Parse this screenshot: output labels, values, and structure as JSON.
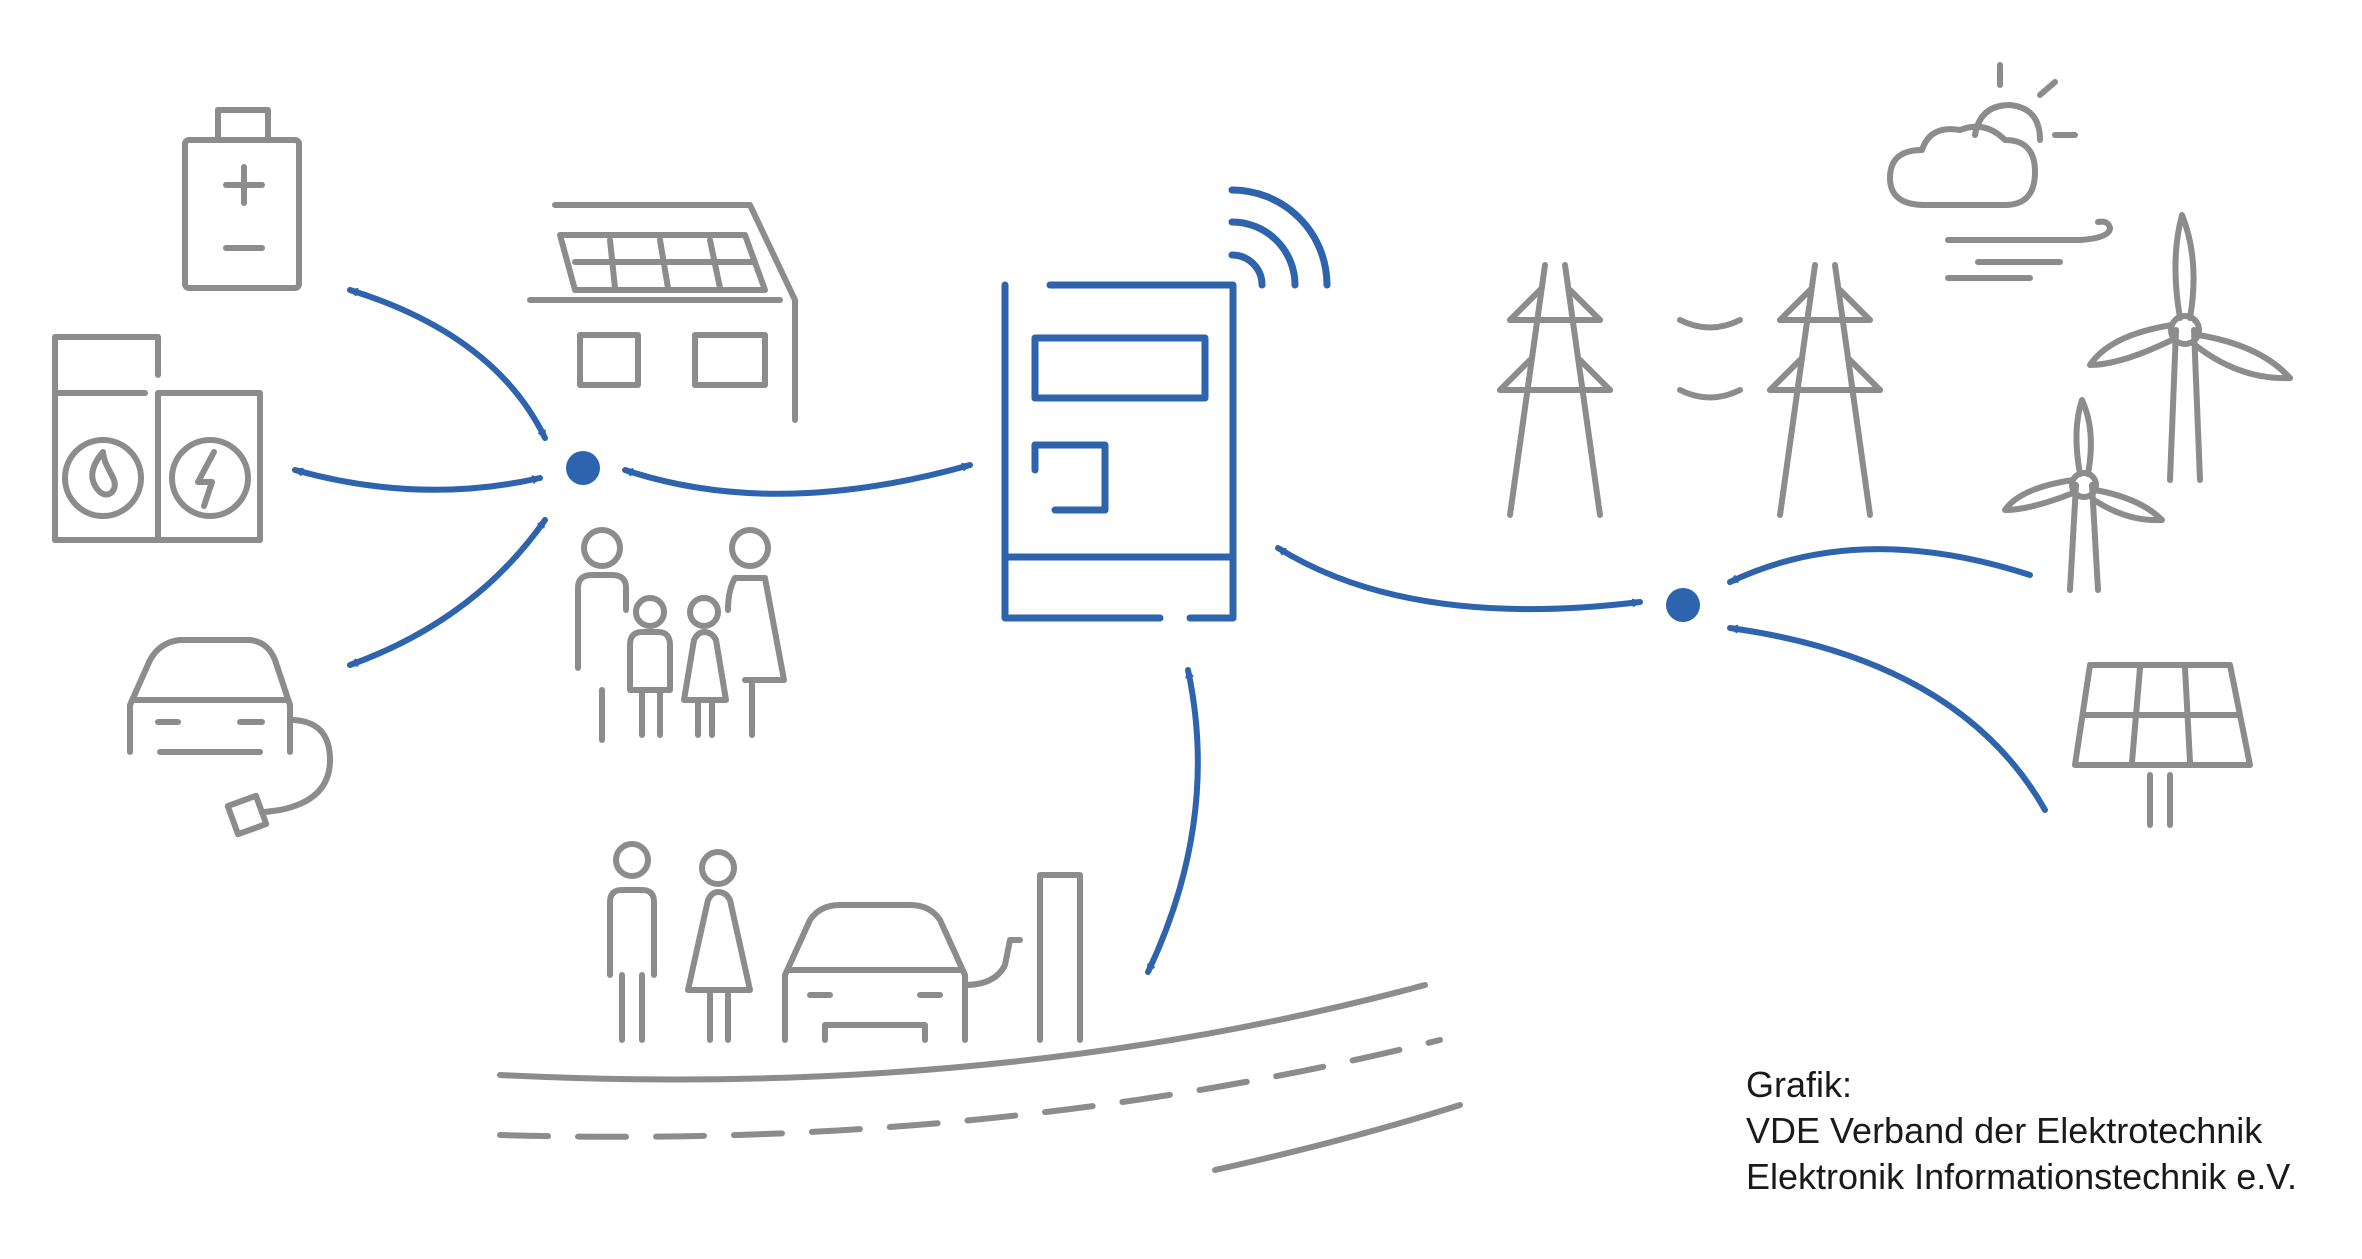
{
  "credit": {
    "line1": "Grafik:",
    "line2": "VDE Verband der Elektrotechnik",
    "line3": "Elektronik Informationstechnik e.V."
  },
  "colors": {
    "accent": "#2e63ad",
    "icon_gray": "#8c8c8c",
    "text": "#1a1a1a",
    "background": "#ffffff"
  },
  "icons": [
    "battery-icon",
    "heat-pump-icon",
    "electric-car-icon",
    "solar-house-icon",
    "family-icon",
    "smart-meter-gateway-icon",
    "wireless-signal-icon",
    "power-pylon-icon",
    "weather-icon",
    "wind-turbine-icon",
    "solar-panel-icon",
    "charging-station-icon",
    "road-icon"
  ]
}
